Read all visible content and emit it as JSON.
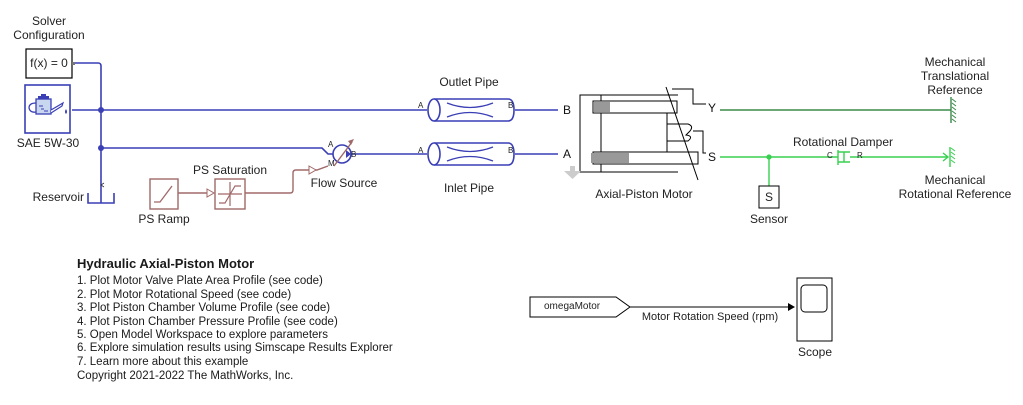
{
  "model_title": "Hydraulic Axial-Piston Motor",
  "blocks": {
    "solver": {
      "label_line1": "Solver",
      "label_line2": "Configuration",
      "content": "f(x) = 0"
    },
    "fluid": {
      "label": "SAE 5W-30"
    },
    "reservoir": {
      "label": "Reservoir"
    },
    "ps_ramp": {
      "label": "PS Ramp"
    },
    "ps_saturation": {
      "label": "PS Saturation"
    },
    "flow_source": {
      "label": "Flow Source",
      "port_a": "A",
      "port_b": "B",
      "port_m": "M"
    },
    "outlet_pipe": {
      "label": "Outlet Pipe",
      "port_a": "A",
      "port_b": "B"
    },
    "inlet_pipe": {
      "label": "Inlet Pipe",
      "port_a": "A",
      "port_b": "B"
    },
    "motor": {
      "label": "Axial-Piston Motor",
      "port_b": "B",
      "port_a": "A",
      "port_y": "Y",
      "port_s": "S"
    },
    "trans_ref": {
      "label_line1": "Mechanical",
      "label_line2": "Translational",
      "label_line3": "Reference"
    },
    "rot_damper": {
      "label": "Rotational Damper",
      "port_c": "C",
      "port_r": "R"
    },
    "rot_ref": {
      "label_line1": "Mechanical",
      "label_line2": "Rotational Reference"
    },
    "sensor": {
      "label": "Sensor",
      "content": "S"
    },
    "goto_tag": {
      "content": "omegaMotor"
    },
    "signal": {
      "label": "Motor Rotation Speed (rpm)"
    },
    "scope": {
      "label": "Scope"
    }
  },
  "notes": {
    "title": "Hydraulic Axial-Piston Motor",
    "items": [
      "1. Plot Motor Valve Plate Area Profile (see code)",
      "2. Plot Motor Rotational Speed (see code)",
      "3. Plot Piston Chamber Volume Profile (see code)",
      "4. Plot Piston Chamber Pressure Profile (see code)",
      "5. Open Model Workspace to explore parameters",
      "6. Explore simulation results using Simscape Results Explorer",
      "7. Learn more about this example"
    ],
    "copyright": "Copyright 2021-2022 The MathWorks, Inc."
  },
  "colors": {
    "hydraulic": "#3a3fb5",
    "physical_signal": "#a06868",
    "mech_translational": "#3a8a4a",
    "mech_rotational": "#38d050",
    "black": "#000000"
  }
}
